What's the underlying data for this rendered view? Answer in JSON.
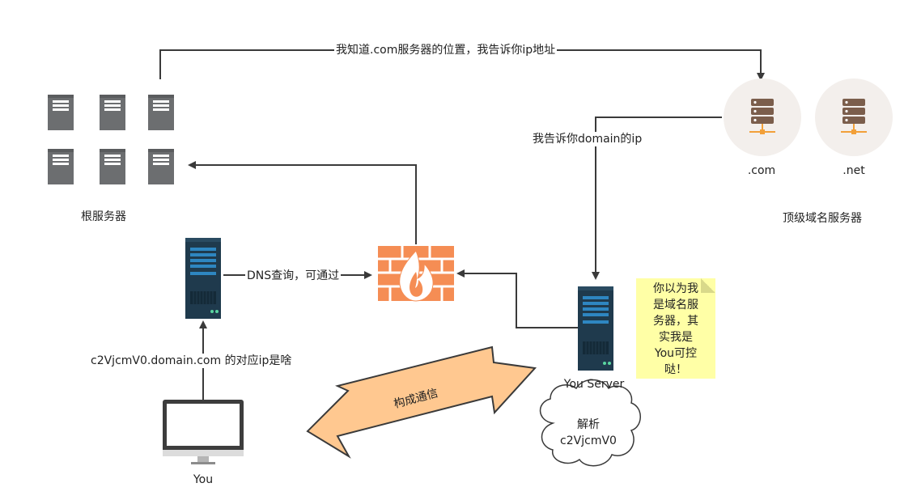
{
  "arrows": {
    "root_to_tld": "我知道.com服务器的位置，我告诉你ip地址",
    "tld_to_server": "我告诉你domain的ip",
    "dns_query": "DNS查询，可通过",
    "client_query": "c2VjcmV0.domain.com 的对应ip是啥",
    "communication": "构成通信"
  },
  "nodes": {
    "root_servers": "根服务器",
    "tld_com": ".com",
    "tld_net": ".net",
    "tld_servers": "顶级域名服务器",
    "you_server": "You Server",
    "you": "You"
  },
  "note": {
    "text": "你以为我\n是域名服\n务器，其\n实我是\nYou可控\n哒！"
  },
  "cloud": {
    "text": "解析\nc2VjcmV0"
  },
  "colors": {
    "server_gray": "#6c6e70",
    "server_dark": "#1f3a4d",
    "server_stripe": "#2e86c1",
    "firewall": "#f58d54",
    "flame": "#ffffff",
    "circle_bg": "#f3efec",
    "disk_brown": "#7b5e4c",
    "net_orange": "#f2a039",
    "big_arrow_fill": "#ffc890",
    "note_yellow": "#ffffa6"
  }
}
